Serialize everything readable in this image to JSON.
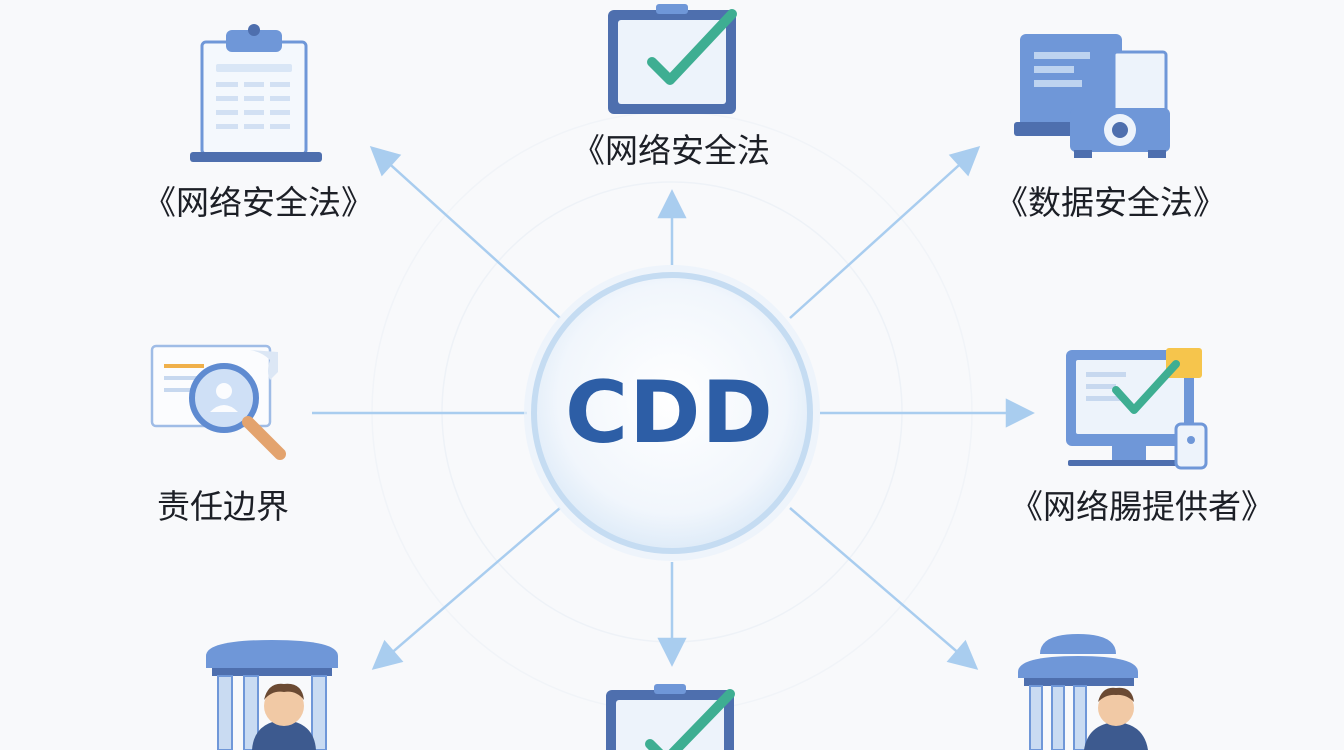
{
  "center": {
    "label": "CDD"
  },
  "nodes": [
    {
      "id": "top-left",
      "label": "《网络安全法》",
      "icon": "clipboard-document-icon"
    },
    {
      "id": "top",
      "label": "《网络安全法",
      "icon": "checked-board-icon"
    },
    {
      "id": "top-right",
      "label": "《数据安全法》",
      "icon": "server-computer-icon"
    },
    {
      "id": "left",
      "label": "责任边界",
      "icon": "magnifier-profile-icon"
    },
    {
      "id": "right",
      "label": "《网络腸提供者》",
      "icon": "monitor-check-icon"
    },
    {
      "id": "bottom-left",
      "label": "",
      "icon": "court-person-icon"
    },
    {
      "id": "bottom",
      "label": "",
      "icon": "checked-board-icon"
    },
    {
      "id": "bottom-right",
      "label": "",
      "icon": "court-person-icon"
    }
  ],
  "colors": {
    "background": "#f8f9fb",
    "hub_text": "#2d5ea6",
    "connector": "#a9cdef",
    "icon_blue": "#6f97d8",
    "icon_dark": "#4e6fae",
    "check_green": "#3eae92"
  }
}
